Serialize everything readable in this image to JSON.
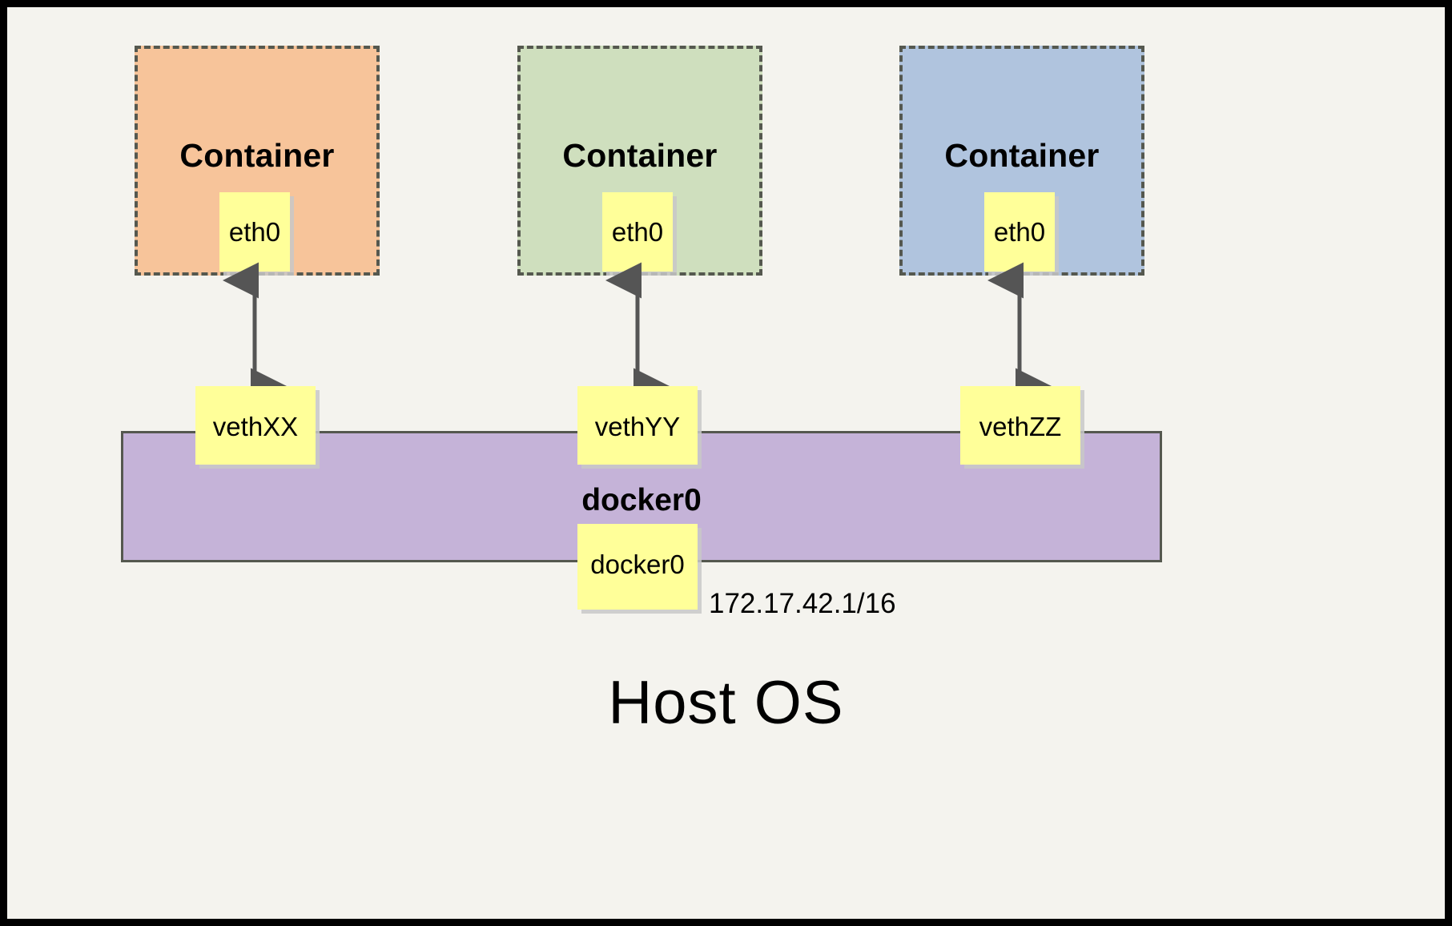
{
  "diagram": {
    "title_bottom": "Host OS",
    "background_color": "#f4f3ee",
    "border_color": "#000000"
  },
  "containers": [
    {
      "label": "Container",
      "interface_label": "eth0",
      "fill_color": "#f7c49a",
      "border_style": "dashed",
      "border_color": "#55584f"
    },
    {
      "label": "Container",
      "interface_label": "eth0",
      "fill_color": "#cfdfbe",
      "border_style": "dashed",
      "border_color": "#55584f"
    },
    {
      "label": "Container",
      "interface_label": "eth0",
      "fill_color": "#b0c4de",
      "border_style": "dashed",
      "border_color": "#55584f"
    }
  ],
  "veth_pairs": [
    {
      "label": "vethXX"
    },
    {
      "label": "vethYY"
    },
    {
      "label": "vethZZ"
    }
  ],
  "bridge": {
    "bar_label": "docker0",
    "interface_label": "docker0",
    "ip_address": "172.17.42.1/16",
    "fill_color": "#c5b3d8",
    "border_color": "#55584f"
  },
  "connectors": {
    "style": "double-headed-arrow",
    "color": "#555555",
    "count": 3
  },
  "note_style": {
    "fill_color": "#ffff99",
    "shadow_color": "#c8c8c8"
  }
}
